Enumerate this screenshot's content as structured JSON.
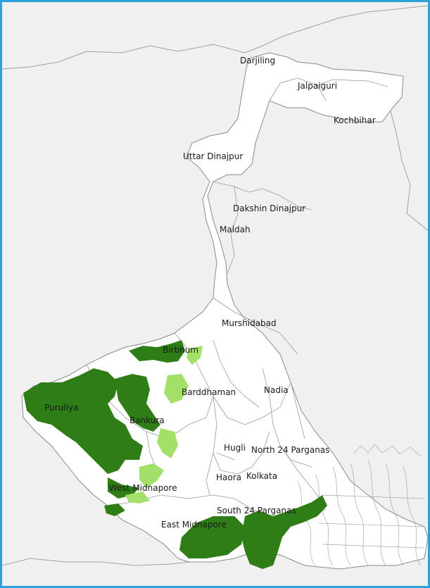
{
  "map": {
    "districts": [
      {
        "name": "Darjiling"
      },
      {
        "name": "Jalpaiguri"
      },
      {
        "name": "Kochbihar"
      },
      {
        "name": "Uttar Dinajpur"
      },
      {
        "name": "Dakshin Dinajpur"
      },
      {
        "name": "Maldah"
      },
      {
        "name": "Murshidabad"
      },
      {
        "name": "Birbhum"
      },
      {
        "name": "Barddhaman"
      },
      {
        "name": "Nadia"
      },
      {
        "name": "Puruliya"
      },
      {
        "name": "Bankura"
      },
      {
        "name": "Hugli"
      },
      {
        "name": "North 24 Parganas"
      },
      {
        "name": "Haora"
      },
      {
        "name": "Kolkata"
      },
      {
        "name": "West Midnapore"
      },
      {
        "name": "South 24 Parganas"
      },
      {
        "name": "East Midnapore"
      }
    ],
    "colors": {
      "frame_border": "#2aa3dd",
      "background": "#f0f0f0",
      "state_fill": "#ffffff",
      "forest_dark": "#2f7d17",
      "forest_light": "#a3e06a",
      "boundary": "#8a8a8a"
    }
  }
}
